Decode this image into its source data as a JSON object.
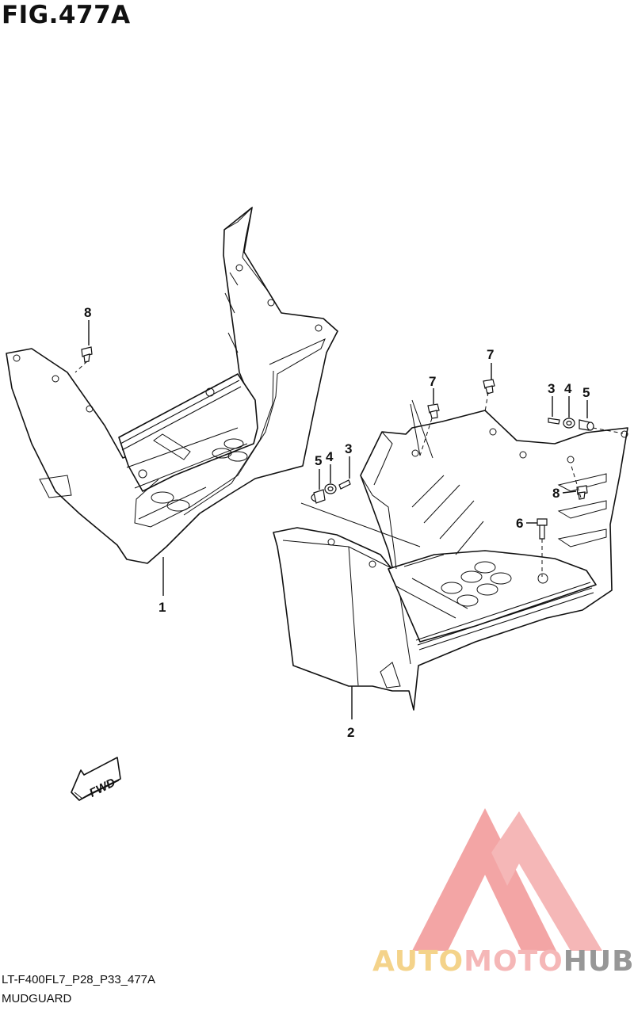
{
  "header": {
    "figure_id": "FIG.477A"
  },
  "callouts": {
    "part_1": "1",
    "part_2": "2",
    "part_3_left": "3",
    "part_4_left": "4",
    "part_5_left": "5",
    "part_3_right": "3",
    "part_4_right": "4",
    "part_5_right": "5",
    "part_6": "6",
    "part_7_left": "7",
    "part_7_right": "7",
    "part_8_top": "8",
    "part_8_right": "8"
  },
  "direction_marker": {
    "label": "FWD"
  },
  "footer": {
    "code": "LT-F400FL7_P28_P33_477A",
    "name": "MUDGUARD"
  },
  "watermark": {
    "part_a": "AUTO",
    "part_b": "MOTO",
    "part_c": "HUB",
    "colors": {
      "auto": "#f2c76a",
      "moto": "#f3a3a3",
      "hub": "#7a7a7a",
      "triangle": "#f08c8c"
    }
  }
}
